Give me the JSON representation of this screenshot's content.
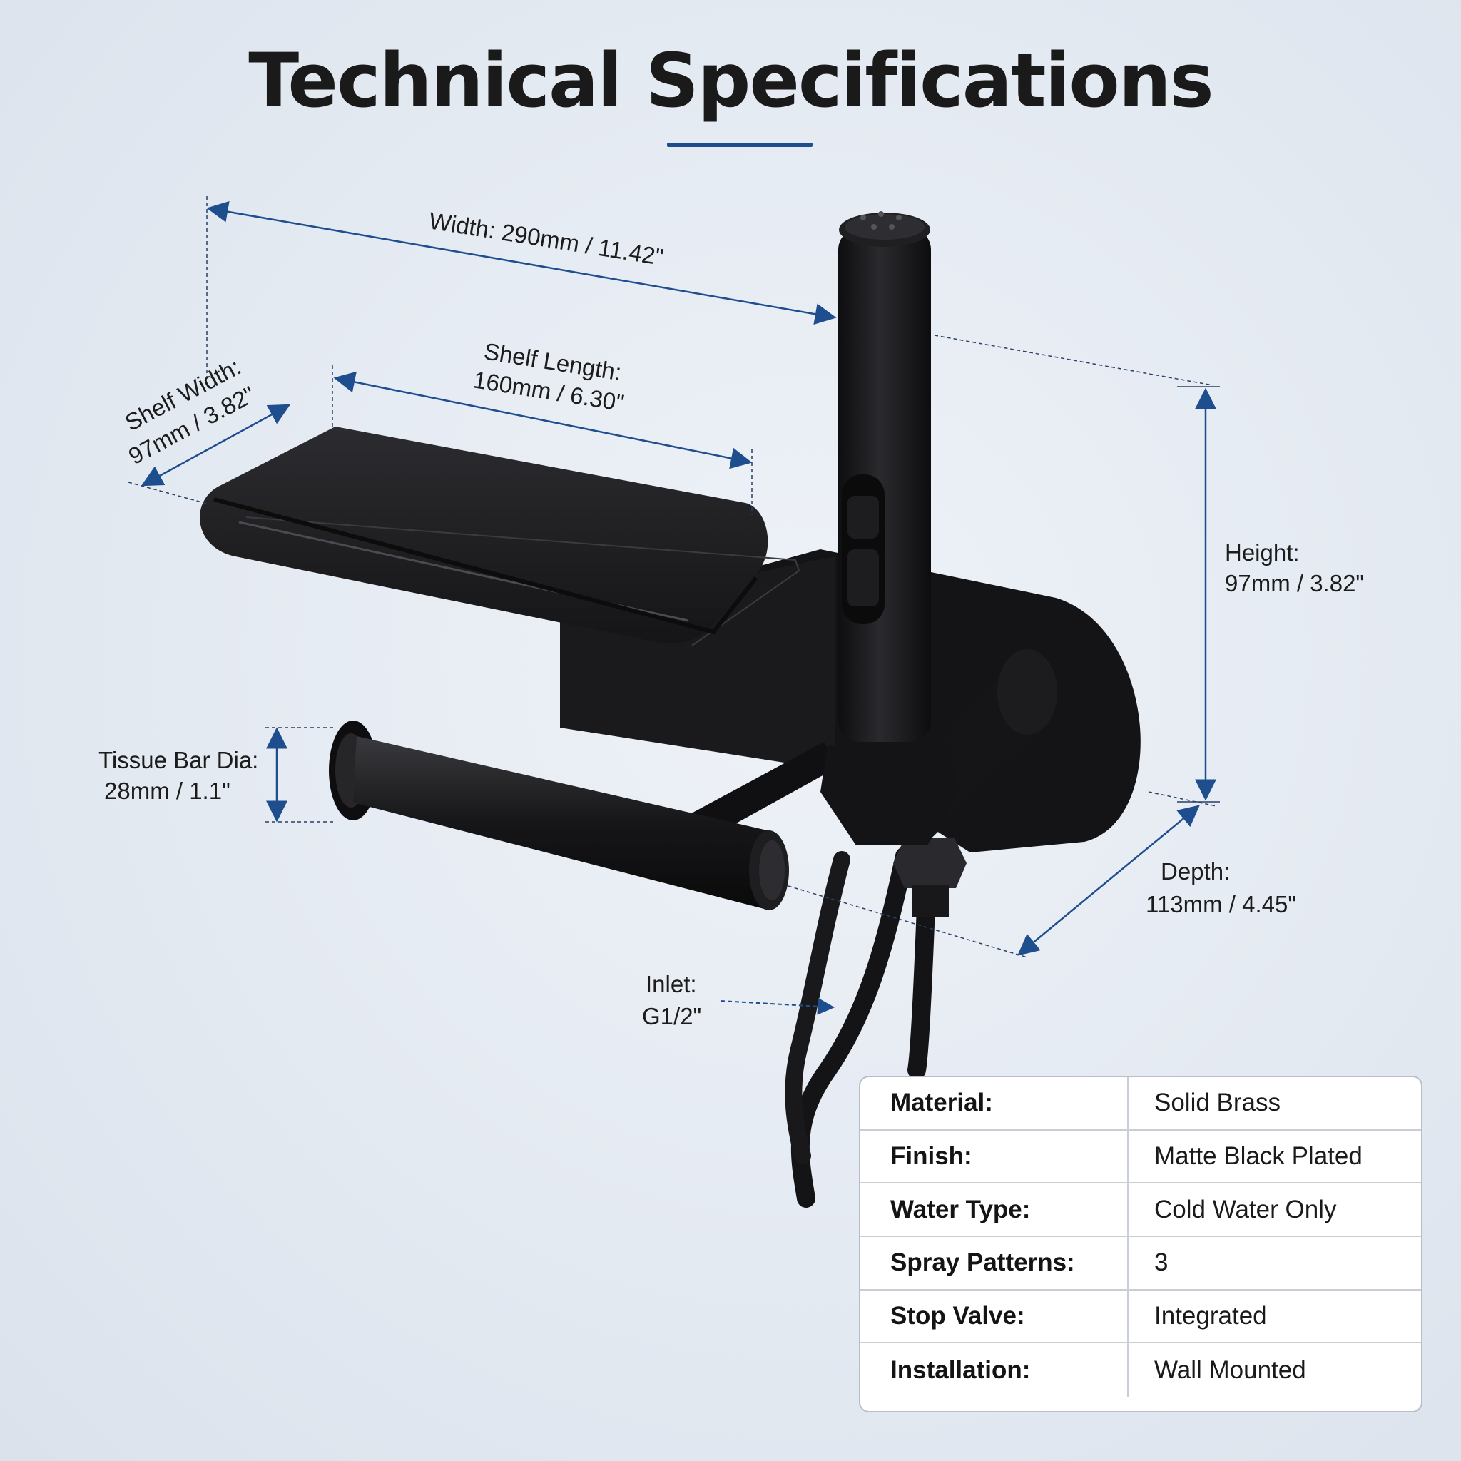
{
  "title": "Technical Specifications",
  "colors": {
    "accent": "#1f4e8f",
    "product": "#1b1b1d",
    "background": "#e6ebf2"
  },
  "dimensions": {
    "width": "Width: 290mm / 11.42\"",
    "shelf_length_1": "Shelf Length:",
    "shelf_length_2": "160mm / 6.30\"",
    "shelf_width_1": "Shelf Width:",
    "shelf_width_2": "97mm / 3.82\"",
    "height_1": "Height:",
    "height_2": "97mm / 3.82\"",
    "tissue_1": "Tissue Bar Dia:",
    "tissue_2": "28mm / 1.1\"",
    "depth_1": "Depth:",
    "depth_2": "113mm / 4.45\"",
    "inlet_1": "Inlet:",
    "inlet_2": "G1/2\""
  },
  "specs": [
    {
      "label": "Material:",
      "value": "Solid Brass"
    },
    {
      "label": "Finish:",
      "value": "Matte Black Plated"
    },
    {
      "label": "Water Type:",
      "value": "Cold Water Only"
    },
    {
      "label": "Spray Patterns:",
      "value": "3"
    },
    {
      "label": "Stop Valve:",
      "value": "Integrated"
    },
    {
      "label": "Installation:",
      "value": "Wall Mounted"
    }
  ]
}
